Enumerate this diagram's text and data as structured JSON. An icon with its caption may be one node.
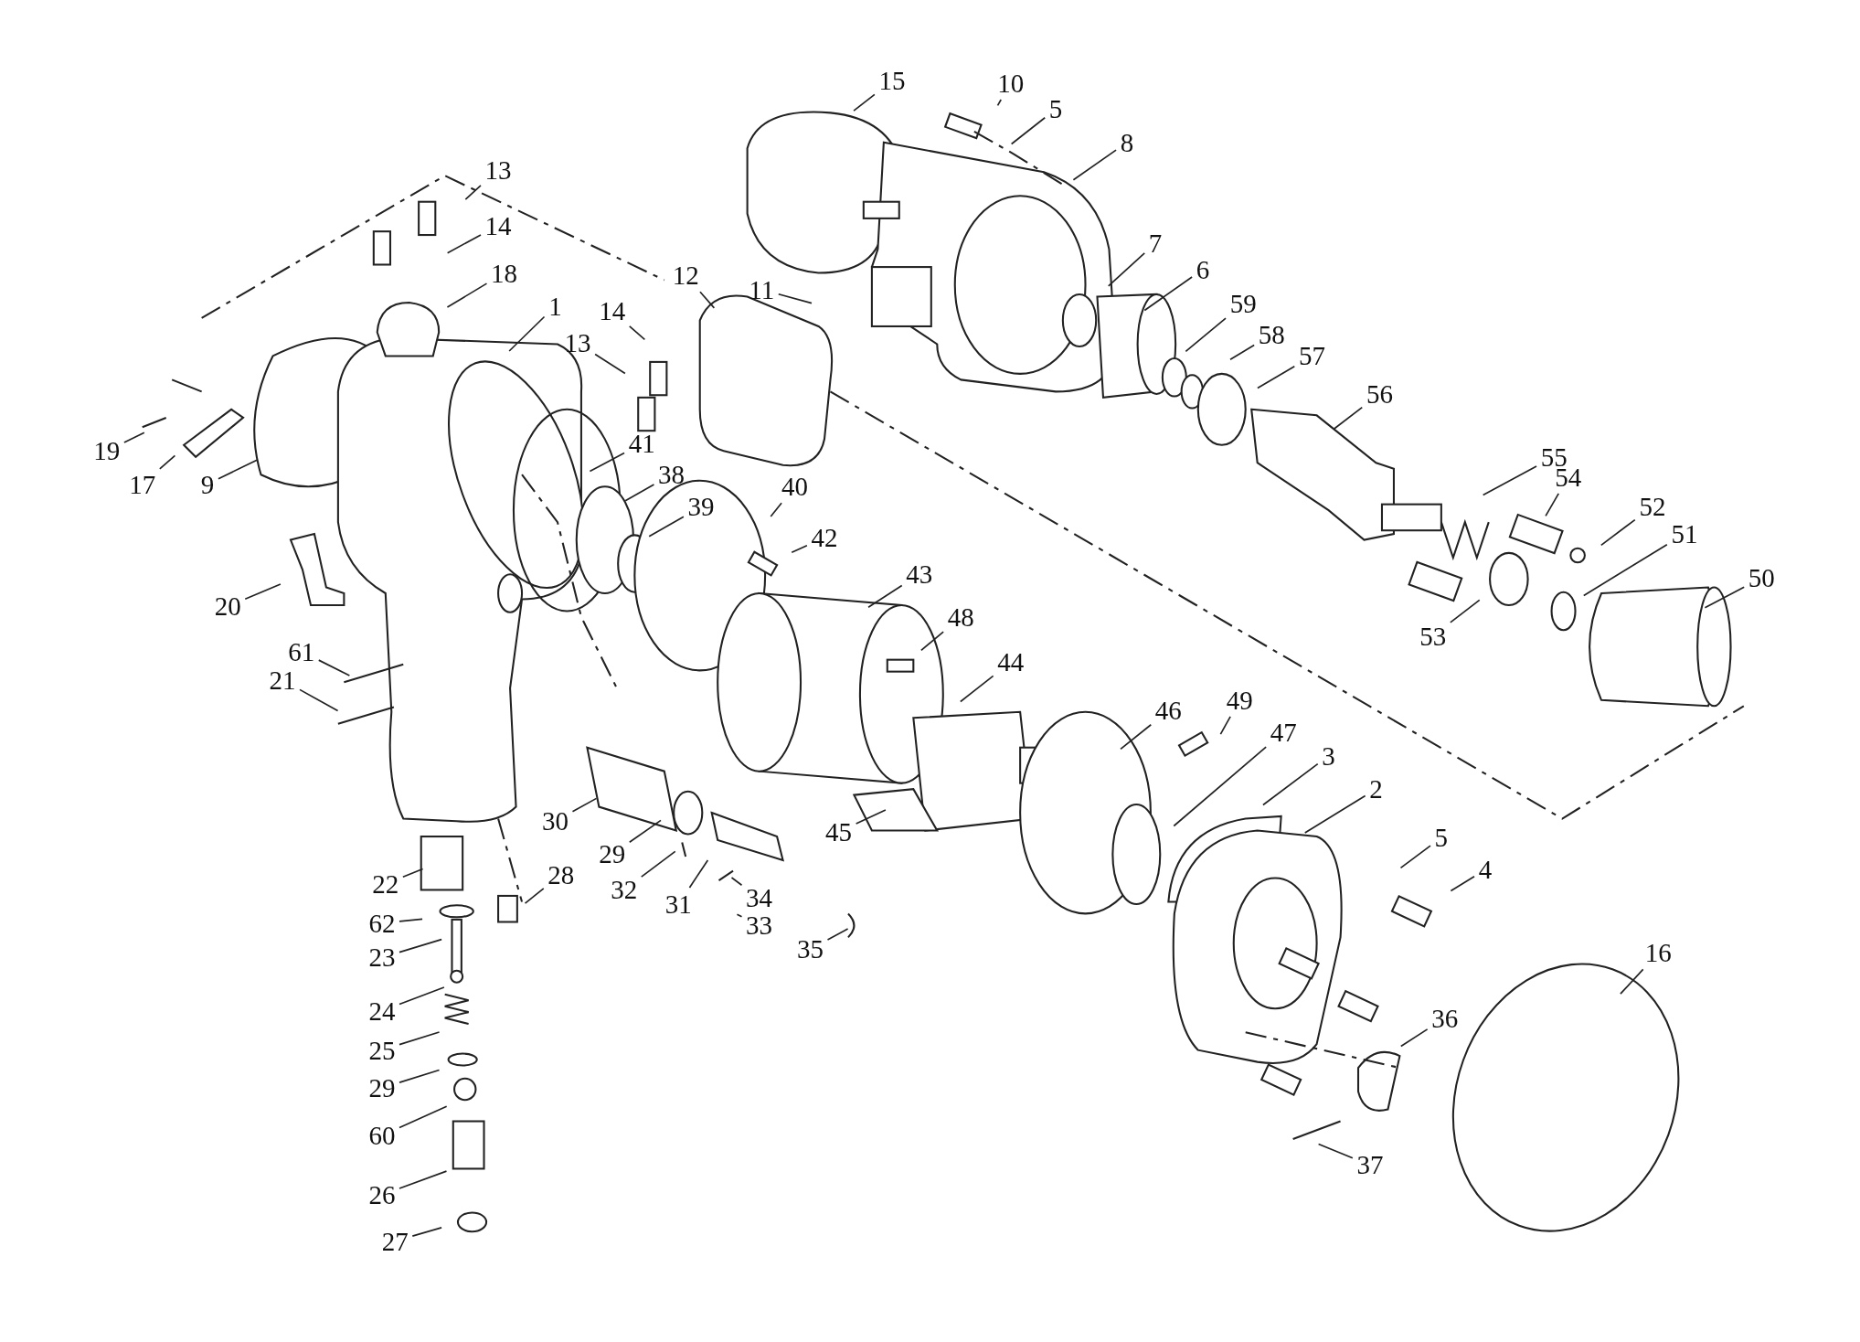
{
  "diagram": {
    "nodes": [
      {
        "text": [
          "15"
        ]
      },
      {
        "text": [
          "10"
        ]
      },
      {
        "text": [
          "5"
        ]
      },
      {
        "text": [
          "8"
        ]
      },
      {
        "text": [
          "13"
        ]
      },
      {
        "text": [
          "14"
        ]
      },
      {
        "text": [
          "18"
        ]
      },
      {
        "text": [
          "1"
        ]
      },
      {
        "text": [
          "12"
        ]
      },
      {
        "text": [
          "14"
        ]
      },
      {
        "text": [
          "13"
        ]
      },
      {
        "text": [
          "11"
        ]
      },
      {
        "text": [
          "7"
        ]
      },
      {
        "text": [
          "6"
        ]
      },
      {
        "text": [
          "59"
        ]
      },
      {
        "text": [
          "58"
        ]
      },
      {
        "text": [
          "57"
        ]
      },
      {
        "text": [
          "56"
        ]
      },
      {
        "text": [
          "19"
        ]
      },
      {
        "text": [
          "17"
        ]
      },
      {
        "text": [
          "9"
        ]
      },
      {
        "text": [
          "41"
        ]
      },
      {
        "text": [
          "38"
        ]
      },
      {
        "text": [
          "39"
        ]
      },
      {
        "text": [
          "40"
        ]
      },
      {
        "text": [
          "42"
        ]
      },
      {
        "text": [
          "55"
        ]
      },
      {
        "text": [
          "54"
        ]
      },
      {
        "text": [
          "52"
        ]
      },
      {
        "text": [
          "51"
        ]
      },
      {
        "text": [
          "53"
        ]
      },
      {
        "text": [
          "50"
        ]
      },
      {
        "text": [
          "20"
        ]
      },
      {
        "text": [
          "43"
        ]
      },
      {
        "text": [
          "48"
        ]
      },
      {
        "text": [
          "61"
        ]
      },
      {
        "text": [
          "21"
        ]
      },
      {
        "text": [
          "44"
        ]
      },
      {
        "text": [
          "46"
        ]
      },
      {
        "text": [
          "49"
        ]
      },
      {
        "text": [
          "47"
        ]
      },
      {
        "text": [
          "3"
        ]
      },
      {
        "text": [
          "2"
        ]
      },
      {
        "text": [
          "30"
        ]
      },
      {
        "text": [
          "29"
        ]
      },
      {
        "text": [
          "45"
        ]
      },
      {
        "text": [
          "5"
        ]
      },
      {
        "text": [
          "4"
        ]
      },
      {
        "text": [
          "22"
        ]
      },
      {
        "text": [
          "32"
        ]
      },
      {
        "text": [
          "31"
        ]
      },
      {
        "text": [
          "34"
        ]
      },
      {
        "text": [
          "28"
        ]
      },
      {
        "text": [
          "33"
        ]
      },
      {
        "text": [
          "62"
        ]
      },
      {
        "text": [
          "35"
        ]
      },
      {
        "text": [
          "23"
        ]
      },
      {
        "text": [
          "24"
        ]
      },
      {
        "text": [
          "16"
        ]
      },
      {
        "text": [
          "25"
        ]
      },
      {
        "text": [
          "36"
        ]
      },
      {
        "text": [
          "29"
        ]
      },
      {
        "text": [
          "60"
        ]
      },
      {
        "text": [
          "37"
        ]
      },
      {
        "text": [
          "26"
        ]
      },
      {
        "text": [
          "27"
        ]
      }
    ],
    "edges": [
      {
        "from": 0,
        "to": null,
        "arrow": "none"
      },
      {
        "from": 1,
        "to": null,
        "arrow": "none"
      },
      {
        "from": 2,
        "to": null,
        "arrow": "none"
      },
      {
        "from": 3,
        "to": null,
        "arrow": "none"
      },
      {
        "from": 4,
        "to": null,
        "arrow": "none"
      },
      {
        "from": 5,
        "to": null,
        "arrow": "none"
      },
      {
        "from": 6,
        "to": null,
        "arrow": "none"
      },
      {
        "from": 7,
        "to": null,
        "arrow": "none"
      },
      {
        "from": 8,
        "to": null,
        "arrow": "none"
      },
      {
        "from": 9,
        "to": null,
        "arrow": "none"
      },
      {
        "from": 10,
        "to": null,
        "arrow": "none"
      },
      {
        "from": 11,
        "to": null,
        "arrow": "none"
      },
      {
        "from": 12,
        "to": null,
        "arrow": "none"
      },
      {
        "from": 13,
        "to": null,
        "arrow": "none"
      },
      {
        "from": 14,
        "to": null,
        "arrow": "none"
      },
      {
        "from": 15,
        "to": null,
        "arrow": "none"
      },
      {
        "from": 16,
        "to": null,
        "arrow": "none"
      },
      {
        "from": 17,
        "to": null,
        "arrow": "none"
      },
      {
        "from": 18,
        "to": null,
        "arrow": "none"
      },
      {
        "from": 19,
        "to": null,
        "arrow": "none"
      },
      {
        "from": 20,
        "to": null,
        "arrow": "none"
      },
      {
        "from": 21,
        "to": null,
        "arrow": "none"
      },
      {
        "from": 22,
        "to": null,
        "arrow": "none"
      },
      {
        "from": 23,
        "to": null,
        "arrow": "none"
      },
      {
        "from": 24,
        "to": null,
        "arrow": "none"
      },
      {
        "from": 25,
        "to": null,
        "arrow": "none"
      },
      {
        "from": 26,
        "to": null,
        "arrow": "none"
      },
      {
        "from": 27,
        "to": null,
        "arrow": "none"
      },
      {
        "from": 28,
        "to": null,
        "arrow": "none"
      },
      {
        "from": 29,
        "to": null,
        "arrow": "none"
      },
      {
        "from": 30,
        "to": null,
        "arrow": "none"
      },
      {
        "from": 31,
        "to": null,
        "arrow": "none"
      },
      {
        "from": 32,
        "to": null,
        "arrow": "none"
      },
      {
        "from": 33,
        "to": null,
        "arrow": "none"
      },
      {
        "from": 34,
        "to": null,
        "arrow": "none"
      },
      {
        "from": 35,
        "to": null,
        "arrow": "none"
      },
      {
        "from": 36,
        "to": null,
        "arrow": "none"
      },
      {
        "from": 37,
        "to": null,
        "arrow": "none"
      },
      {
        "from": 38,
        "to": null,
        "arrow": "none"
      },
      {
        "from": 39,
        "to": null,
        "arrow": "none"
      },
      {
        "from": 40,
        "to": null,
        "arrow": "none"
      },
      {
        "from": 41,
        "to": null,
        "arrow": "none"
      },
      {
        "from": 42,
        "to": null,
        "arrow": "none"
      },
      {
        "from": 43,
        "to": null,
        "arrow": "none"
      },
      {
        "from": 44,
        "to": null,
        "arrow": "none"
      },
      {
        "from": 45,
        "to": null,
        "arrow": "none"
      },
      {
        "from": 46,
        "to": null,
        "arrow": "none"
      },
      {
        "from": 47,
        "to": null,
        "arrow": "none"
      },
      {
        "from": 48,
        "to": null,
        "arrow": "none"
      },
      {
        "from": 49,
        "to": null,
        "arrow": "none"
      },
      {
        "from": 50,
        "to": null,
        "arrow": "none"
      },
      {
        "from": 51,
        "to": null,
        "arrow": "none"
      },
      {
        "from": 52,
        "to": null,
        "arrow": "none"
      },
      {
        "from": 53,
        "to": null,
        "arrow": "none"
      },
      {
        "from": 54,
        "to": null,
        "arrow": "none"
      },
      {
        "from": 55,
        "to": null,
        "arrow": "none"
      },
      {
        "from": 56,
        "to": null,
        "arrow": "none"
      },
      {
        "from": 57,
        "to": null,
        "arrow": "none"
      },
      {
        "from": 58,
        "to": null,
        "arrow": "none"
      },
      {
        "from": 59,
        "to": null,
        "arrow": "none"
      },
      {
        "from": 60,
        "to": null,
        "arrow": "none"
      },
      {
        "from": 61,
        "to": null,
        "arrow": "none"
      },
      {
        "from": 62,
        "to": null,
        "arrow": "none"
      },
      {
        "from": 63,
        "to": null,
        "arrow": "none"
      },
      {
        "from": 64,
        "to": null,
        "arrow": "none"
      },
      {
        "from": 65,
        "to": null,
        "arrow": "none"
      }
    ]
  }
}
